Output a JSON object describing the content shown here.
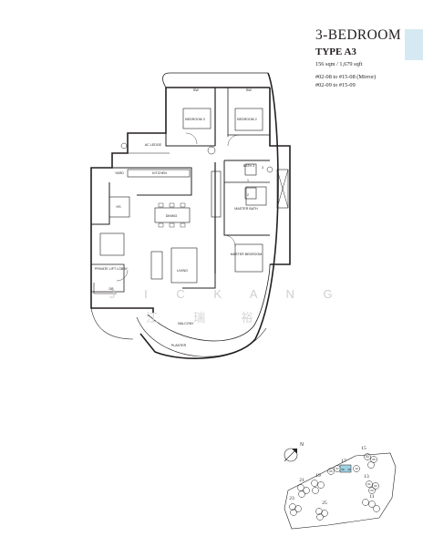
{
  "header": {
    "title": "3-BEDROOM",
    "type": "TYPE A3",
    "area": "156 sqm / 1,679 sqft",
    "units_1": "#02-08 to #15-08 (Mirror)",
    "units_2": "#02-09 to #15-09"
  },
  "rooms": {
    "bw": "BW",
    "bedroom3": "BEDROOM 3",
    "bedroom2": "BEDROOM 2",
    "ac_ledge": "AC LEDGE",
    "yard": "YARD",
    "kitchen": "KITCHEN",
    "bath3": "BATH 3",
    "master_bath": "MASTER BATH",
    "dining": "DINING",
    "master_bedroom": "MASTER BEDROOM",
    "private_lift_lobby": "PRIVATE LIFT LOBBY",
    "living": "LIVING",
    "balcony": "BALCONY",
    "planter": "PLANTER",
    "hs": "HS",
    "lift_1": "1",
    "lift_2": "2",
    "lift_3": "3",
    "db": "DB"
  },
  "watermark": {
    "latin": "J I C K A N G",
    "chinese": "江 瑞 裕"
  },
  "site_plan": {
    "north": "N",
    "blocks": [
      "17",
      "15",
      "19",
      "13",
      "21",
      "11",
      "23",
      "25"
    ],
    "units": [
      "01",
      "02",
      "03",
      "04",
      "05",
      "06",
      "07",
      "08",
      "09",
      "10"
    ],
    "highlight_color": "#9fd3e3"
  }
}
